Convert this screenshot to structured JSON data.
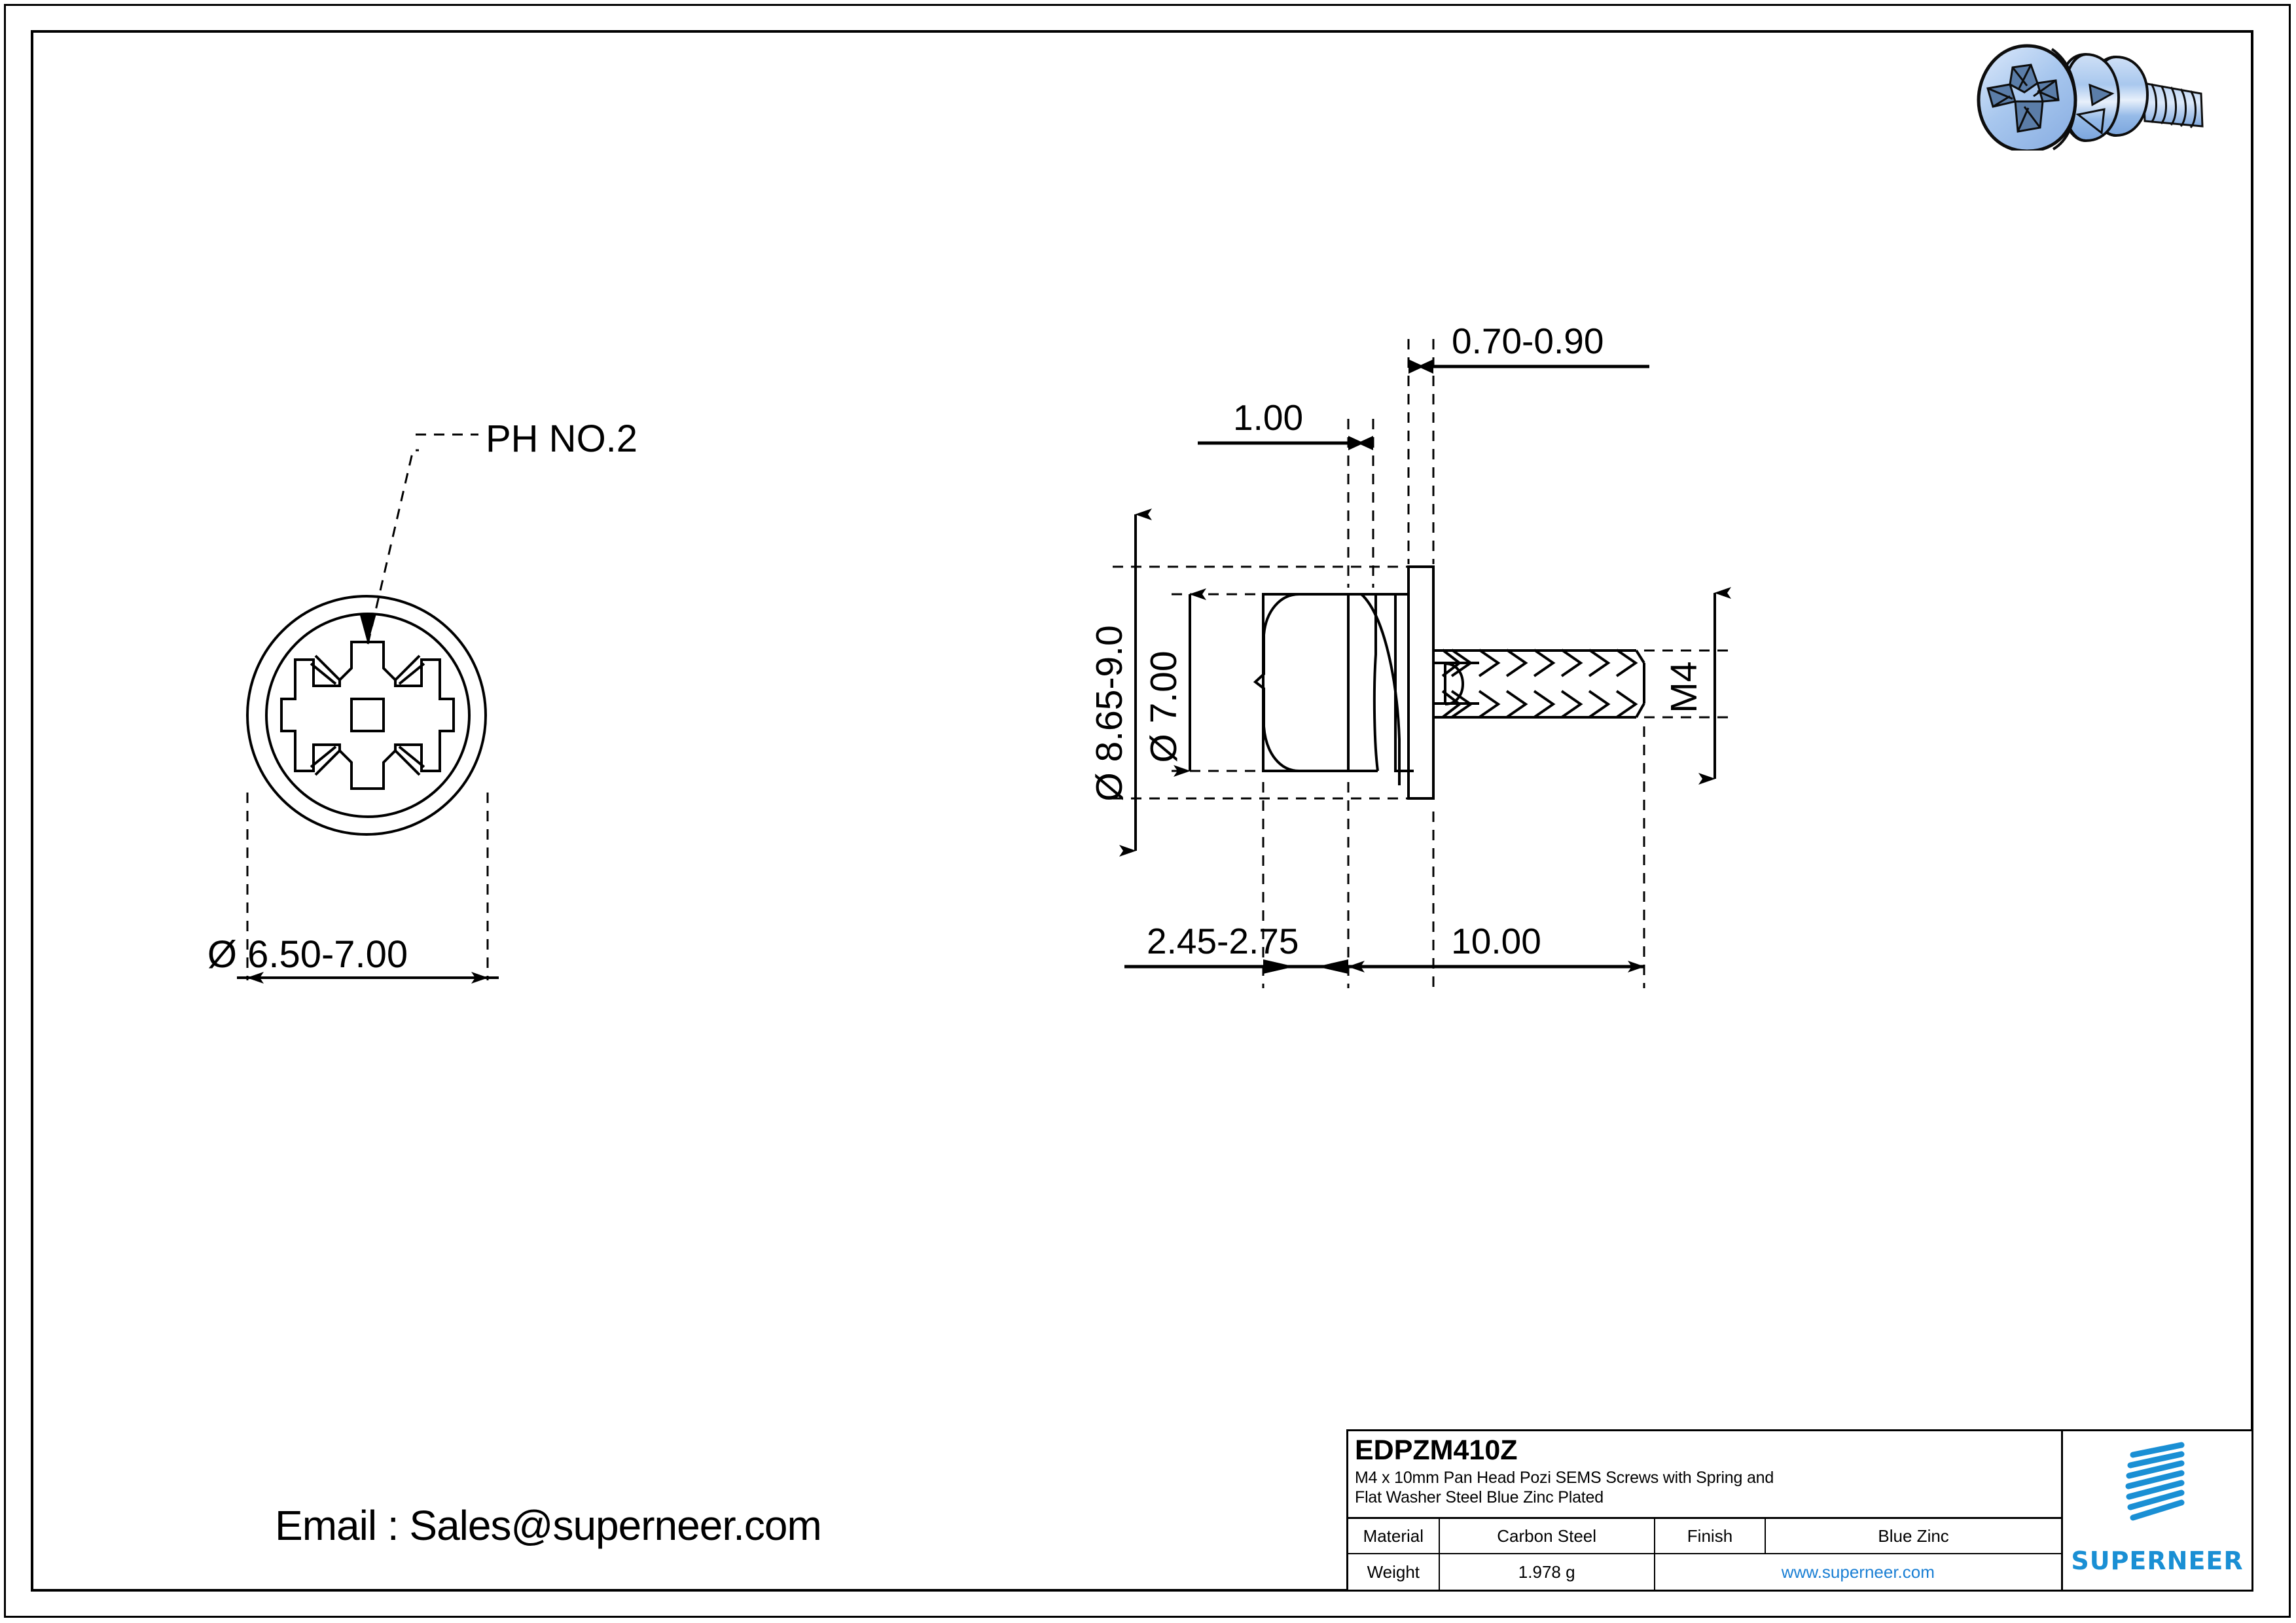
{
  "sheet": {
    "background": "#ffffff",
    "border_color": "#000000"
  },
  "views": {
    "front_view": {
      "name": "front-view-screw-head",
      "callout": "PH NO.2",
      "diameter_dimension": "Ø 6.50-7.00"
    },
    "side_view": {
      "name": "side-view-screw-assembly",
      "dimensions": {
        "flat_washer_thickness": "0.70-0.90",
        "spring_washer_thickness": "1.00",
        "flat_washer_od": "Ø 8.65-9.0",
        "head_diameter": "Ø 7.00",
        "head_height": "2.45-2.75",
        "thread_length": "10.00",
        "thread_size": "M4"
      }
    }
  },
  "contact": {
    "email_line": "Email : Sales@superneer.com"
  },
  "title_block": {
    "part_number": "EDPZM410Z",
    "description_line1": "M4 x 10mm Pan Head Pozi SEMS Screws with Spring and",
    "description_line2": "Flat Washer Steel Blue Zinc Plated",
    "material_label": "Material",
    "material_value": "Carbon Steel",
    "finish_label": "Finish",
    "finish_value": "Blue Zinc",
    "weight_label": "Weight",
    "weight_value": "1.978 g",
    "website": "www.superneer.com",
    "brand": "SUPERNEER",
    "brand_color": "#1a8fd4",
    "link_color": "#1a7fd4"
  }
}
